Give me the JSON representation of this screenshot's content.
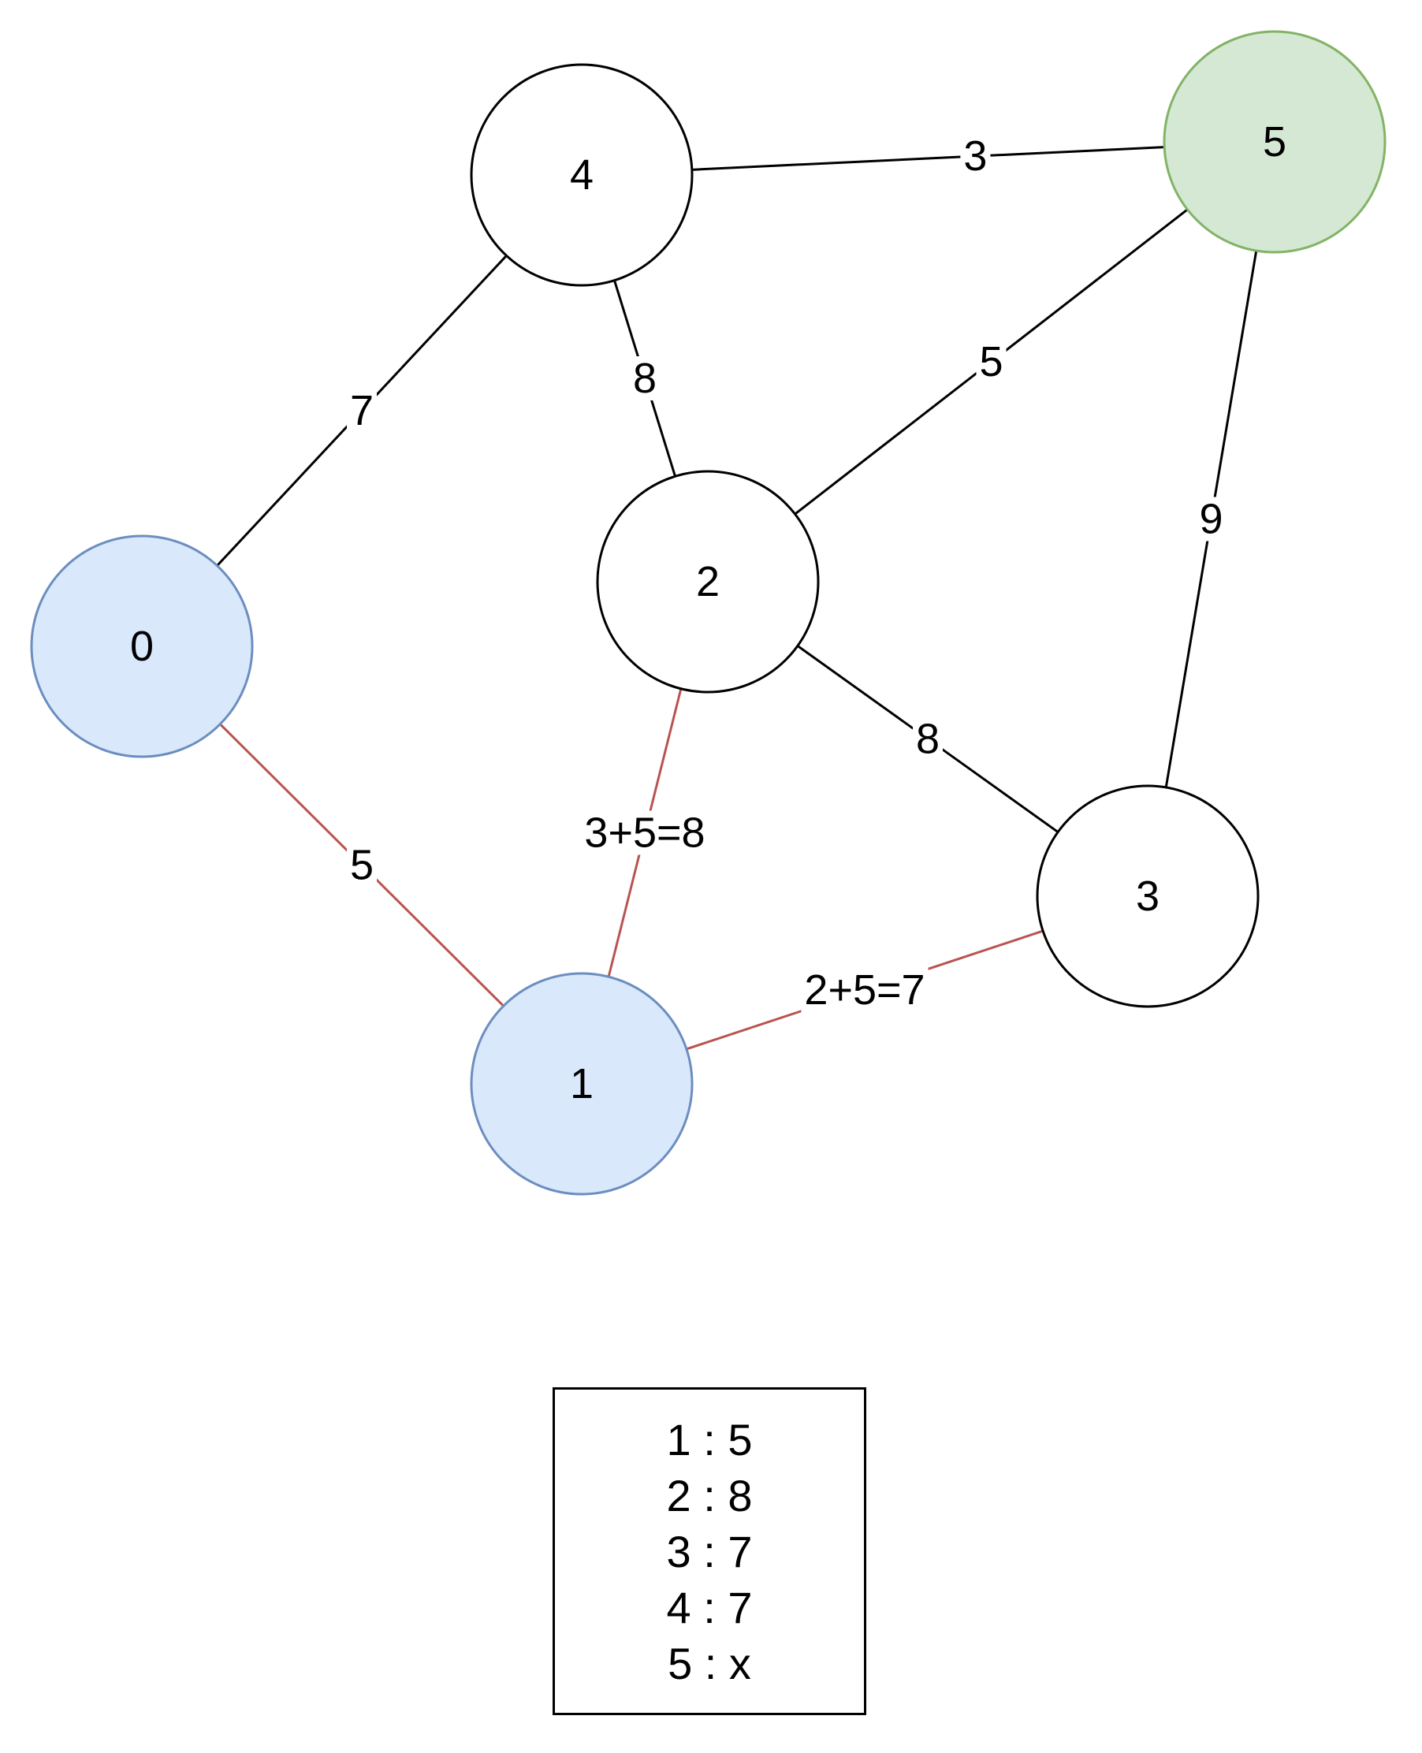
{
  "colors": {
    "default_stroke": "#000000",
    "default_fill": "#ffffff",
    "visited_fill": "#dae8fc",
    "visited_stroke": "#6c8ebf",
    "target_fill": "#d5e8d4",
    "target_stroke": "#82b366",
    "highlight_edge": "#b85450"
  },
  "nodes": [
    {
      "id": "0",
      "label": "0",
      "style": "visited"
    },
    {
      "id": "1",
      "label": "1",
      "style": "visited"
    },
    {
      "id": "2",
      "label": "2",
      "style": "default"
    },
    {
      "id": "3",
      "label": "3",
      "style": "default"
    },
    {
      "id": "4",
      "label": "4",
      "style": "default"
    },
    {
      "id": "5",
      "label": "5",
      "style": "target"
    }
  ],
  "edges": [
    {
      "from": "4",
      "to": "5",
      "label": "3",
      "highlight": false
    },
    {
      "from": "0",
      "to": "4",
      "label": "7",
      "highlight": false
    },
    {
      "from": "4",
      "to": "2",
      "label": "8",
      "highlight": false
    },
    {
      "from": "2",
      "to": "5",
      "label": "5",
      "highlight": false
    },
    {
      "from": "5",
      "to": "3",
      "label": "9",
      "highlight": false
    },
    {
      "from": "2",
      "to": "3",
      "label": "8",
      "highlight": false
    },
    {
      "from": "0",
      "to": "1",
      "label": "5",
      "highlight": true
    },
    {
      "from": "1",
      "to": "2",
      "label": "3+5=8",
      "highlight": true
    },
    {
      "from": "1",
      "to": "3",
      "label": "2+5=7",
      "highlight": true
    }
  ],
  "distance_table": {
    "lines": [
      "1 : 5",
      "2 : 8",
      "3 : 7",
      "4 : 7",
      "5 : x"
    ]
  }
}
